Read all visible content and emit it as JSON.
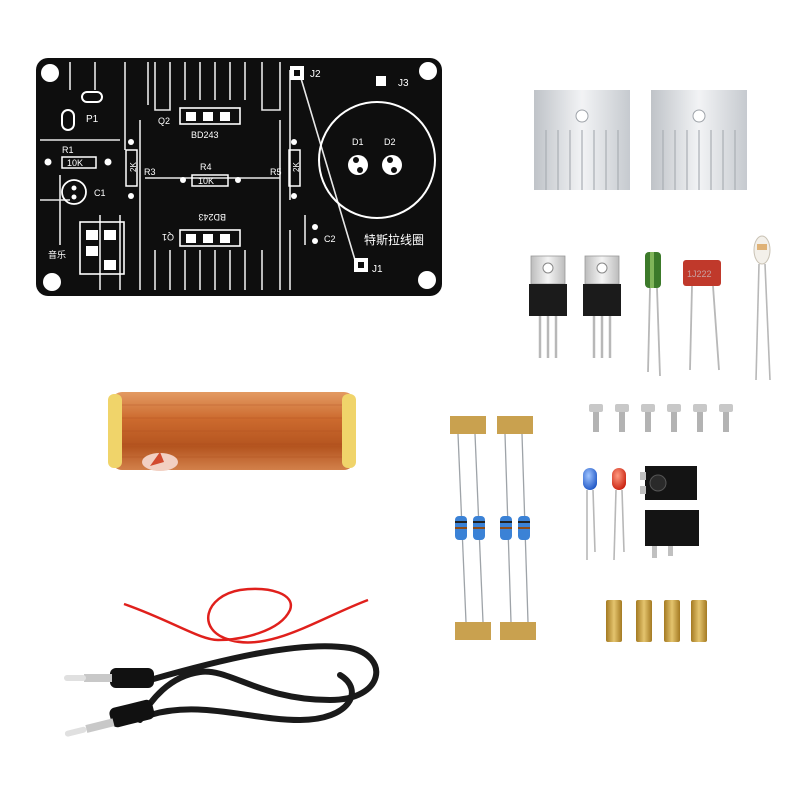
{
  "pcb": {
    "labels": {
      "j2": "J2",
      "j3": "J3",
      "j1": "J1",
      "p1": "P1",
      "r1": "R1",
      "r1_value": "10K",
      "c1": "C1",
      "q2": "Q2",
      "q2_part": "BD243",
      "r3": "R3",
      "r3_value": "2K",
      "r4": "R4",
      "r4_value": "10K",
      "r5": "R5",
      "r5_value": "2K",
      "q1": "Q1",
      "q1_part": "BD243",
      "c2": "C2",
      "d1": "D1",
      "d2": "D2",
      "music": "音乐",
      "tesla_coil": "特斯拉线圈"
    }
  },
  "capacitor_label": "1J222",
  "colors": {
    "pcb": "#0e0e0e",
    "silkscreen": "#ffffff",
    "copper_coil": "#c8632a",
    "heatsink": "#d9dce0",
    "wire_red": "#e0201c",
    "cable_black": "#1a1a1a",
    "led_blue": "#2b6fe0",
    "led_red": "#e8321e",
    "brass": "#c9a34a"
  },
  "icons": [
    "pcb-board",
    "heatsink",
    "transistor",
    "capacitor",
    "neon-bulb",
    "tesla-coil",
    "screw",
    "led",
    "audio-jack",
    "resistor",
    "brass-standoff",
    "red-wire",
    "audio-cable"
  ]
}
